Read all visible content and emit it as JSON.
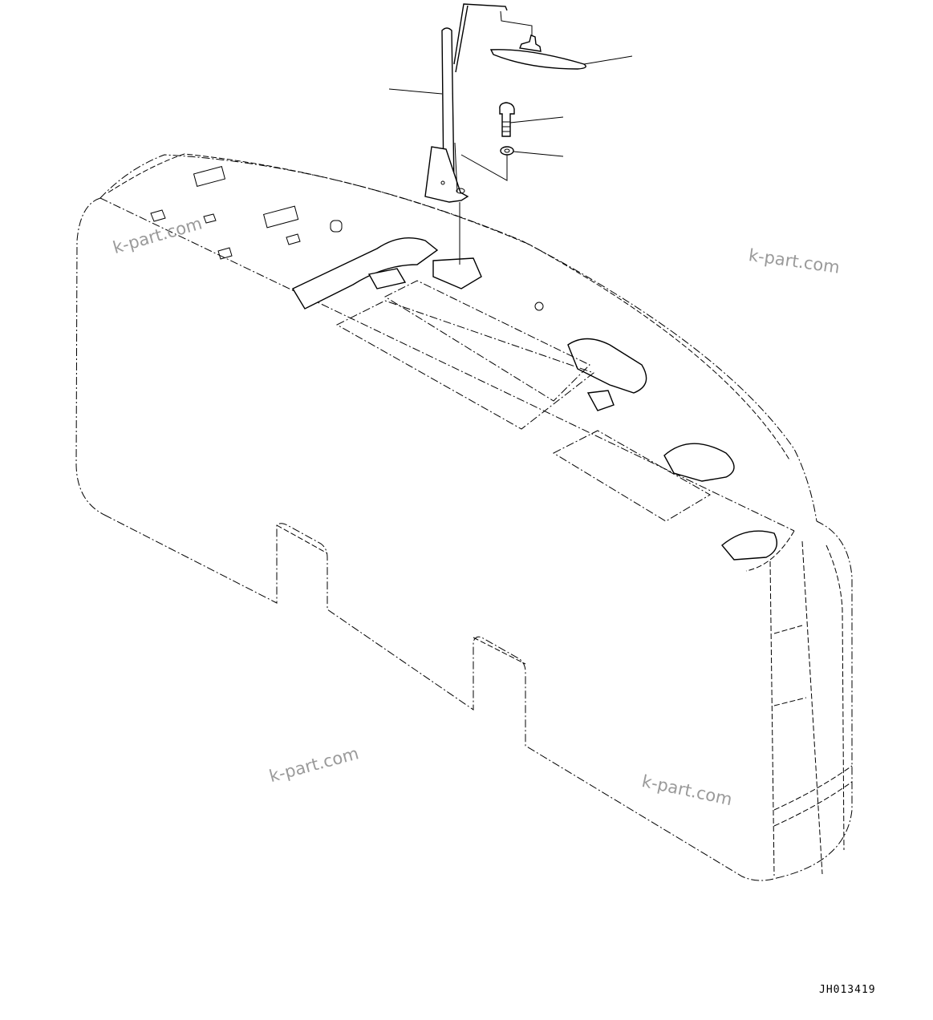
{
  "drawing": {
    "code": "JH013419",
    "watermarks": [
      "k-part.com",
      "k-part.com",
      "k-part.com",
      "k-part.com"
    ],
    "parts": [
      "stand-bracket",
      "lamp",
      "bolt",
      "washer",
      "counterweight"
    ]
  }
}
